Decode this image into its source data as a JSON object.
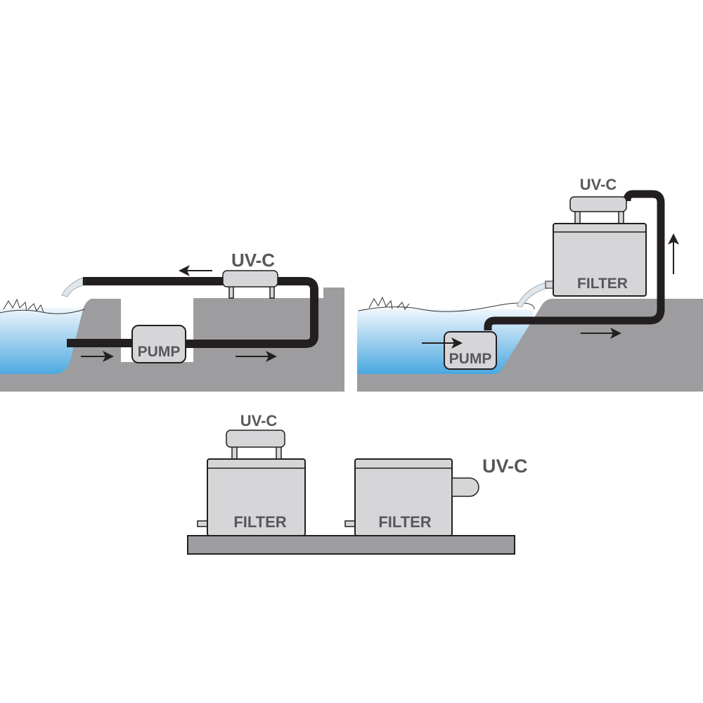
{
  "colors": {
    "ground": "#9d9d9f",
    "pipe": "#231f20",
    "device": "#d6d6d8",
    "label": "#58585a",
    "water_top": "#e6f2fb",
    "water_bottom": "#4aa8e0"
  },
  "panel_inline": {
    "uv_label": "UV-C",
    "pump_label": "PUMP"
  },
  "panel_gravity": {
    "uv_label": "UV-C",
    "pump_label": "PUMP",
    "filter_label": "FILTER"
  },
  "panel_standalone": {
    "filter_top_uv_label": "UV-C",
    "filter_top_label": "FILTER",
    "filter_side_label": "FILTER",
    "filter_side_uv_label": "UV-C"
  }
}
